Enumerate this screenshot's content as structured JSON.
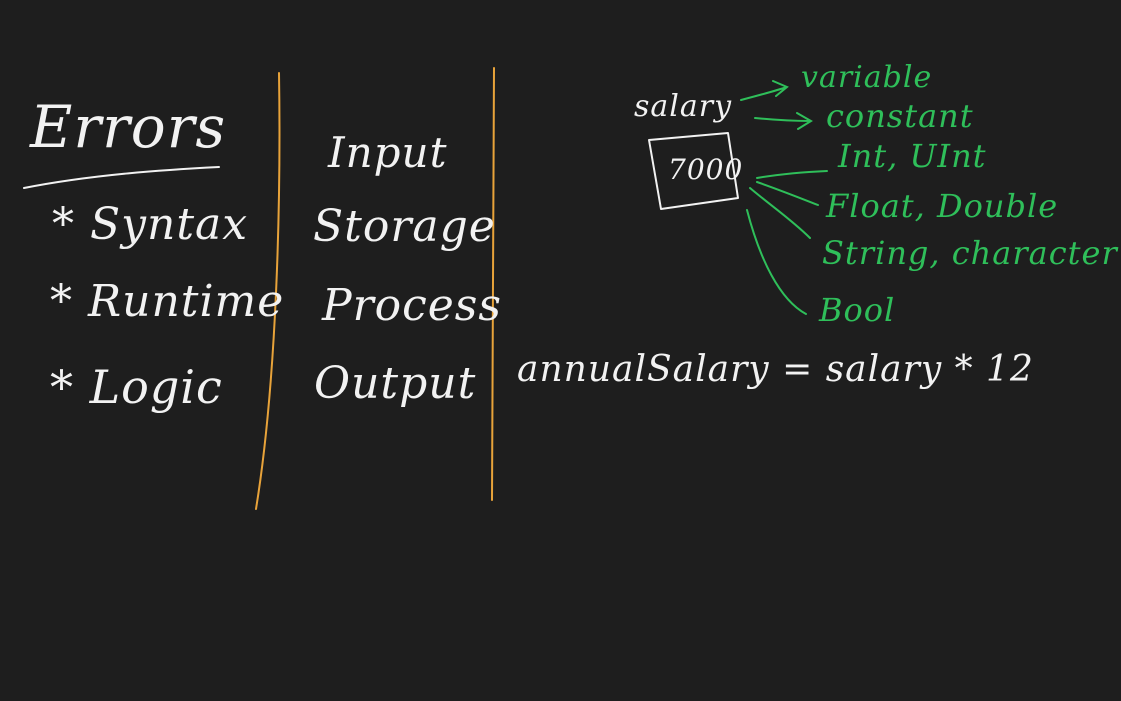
{
  "errors": {
    "title": "Errors",
    "items": [
      "* Syntax",
      "* Runtime",
      "* Logic"
    ]
  },
  "io_steps": [
    "Input",
    "Storage",
    "Process",
    "Output"
  ],
  "variable": {
    "name": "salary",
    "value": "7000",
    "kinds": [
      "variable",
      "constant"
    ],
    "types": [
      "Int, UInt",
      "Float, Double",
      "String, character",
      "Bool"
    ]
  },
  "formula": "annualSalary = salary * 12",
  "colors": {
    "background": "#1e1e1e",
    "chalk_white": "#f2f2f2",
    "divider_orange": "#e8a33a",
    "annotation_green": "#2fbf5a"
  }
}
